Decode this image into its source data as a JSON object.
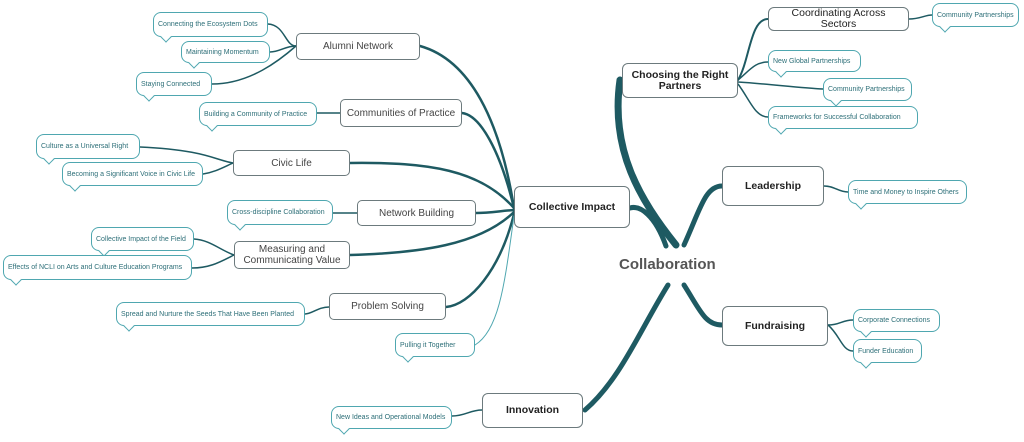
{
  "center": "Collaboration",
  "branches": {
    "choosing_partners": {
      "label": "Choosing the Right Partners",
      "children": {
        "coordinating": "Coordinating Across Sectors",
        "new_global": "New Global Partnerships",
        "community_partnerships": "Community Partnerships",
        "frameworks": "Frameworks for Successful Collaboration"
      },
      "coordinating_child": "Community Partnerships"
    },
    "leadership": {
      "label": "Leadership",
      "child": "Time and Money to Inspire Others"
    },
    "fundraising": {
      "label": "Fundraising",
      "children": {
        "corporate": "Corporate Connections",
        "funder": "Funder Education"
      }
    },
    "innovation": {
      "label": "Innovation",
      "child": "New Ideas and Operational Models"
    },
    "collective_impact": {
      "label": "Collective Impact",
      "alumni": {
        "label": "Alumni Network",
        "children": {
          "ecosystem": "Connecting the Ecosystem Dots",
          "momentum": "Maintaining Momentum",
          "staying": "Staying Connected"
        }
      },
      "practice": {
        "label": "Communities of Practice",
        "child": "Building a Community of Practice"
      },
      "civic": {
        "label": "Civic Life",
        "children": {
          "culture": "Culture as a Universal Right",
          "voice": "Becoming a Significant Voice in Civic Life"
        }
      },
      "network": {
        "label": "Network Building",
        "child": "Cross-discipline Collaboration"
      },
      "measuring": {
        "label": "Measuring and Communicating Value",
        "children": {
          "collective": "Collective Impact of the Field",
          "ncli": "Effects of NCLI on Arts and Culture Education Programs"
        }
      },
      "problem": {
        "label": "Problem Solving",
        "child": "Spread and Nurture the Seeds That Have Been Planted"
      },
      "pulling": "Pulling it Together"
    }
  },
  "colors": {
    "branch": "#1e5a62",
    "callout": "#4fa7b0",
    "node_border": "#6c7a7d"
  }
}
